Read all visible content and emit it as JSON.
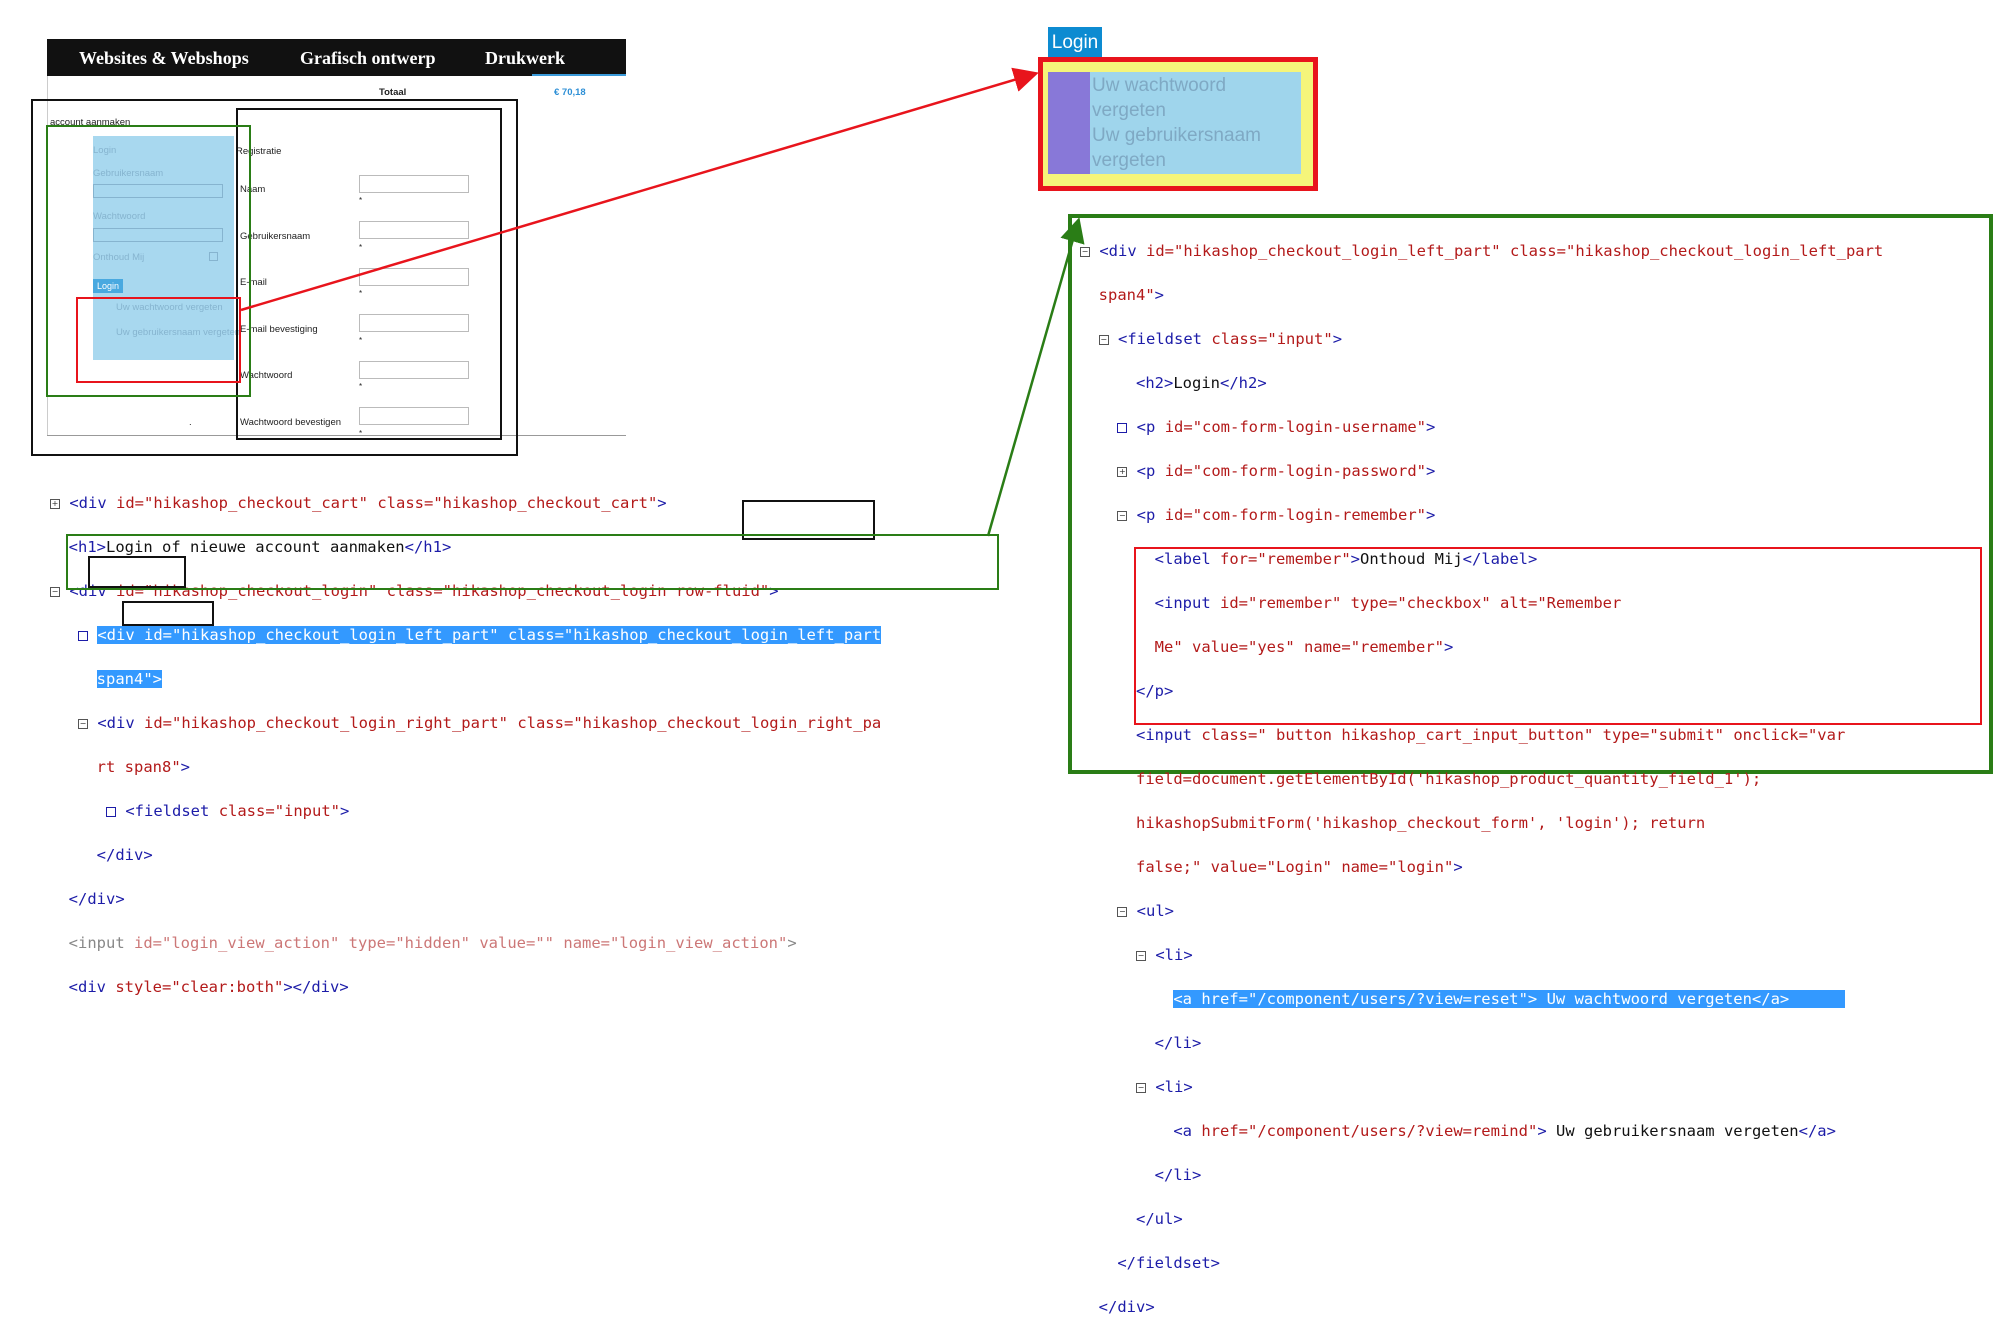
{
  "nav": {
    "items": [
      "Websites & Webshops",
      "Grafisch ontwerp",
      "Drukwerk"
    ]
  },
  "checkout": {
    "total_label": "Totaal",
    "total_value": "€ 70,18",
    "section_label": "account aanmaken",
    "login": {
      "title": "Login",
      "username_label": "Gebruikersnaam",
      "password_label": "Wachtwoord",
      "remember_label": "Onthoud Mij",
      "button_label": "Login",
      "forgot_password": "Uw wachtwoord vergeten",
      "forgot_username": "Uw gebruikersnaam vergeten"
    },
    "registration": {
      "title": "Registratie",
      "fields": [
        "Naam",
        "Gebruikersnaam",
        "E-mail",
        "E-mail bevestiging",
        "Wachtwoord",
        "Wachtwoord bevestigen"
      ],
      "required_mark": "*"
    },
    "dot": "."
  },
  "zoom": {
    "title": "Login",
    "line1": "Uw wachtwoord",
    "line2": "vergeten",
    "line3": "Uw gebruikersnaam",
    "line4": "vergeten"
  },
  "colors": {
    "nav_bg": "#111111",
    "accent_blue": "#3a9ad9",
    "login_bg": "#a8d8ef",
    "zoom_title_bg": "#0d8bd1",
    "zoom_body_bg": "#9fd5ec",
    "zoom_side": "#8878d8",
    "zoom_frame": "#f5f57a",
    "annot_red": "#e8141c",
    "annot_green": "#2a7d16",
    "annot_black": "#111111"
  }
}
